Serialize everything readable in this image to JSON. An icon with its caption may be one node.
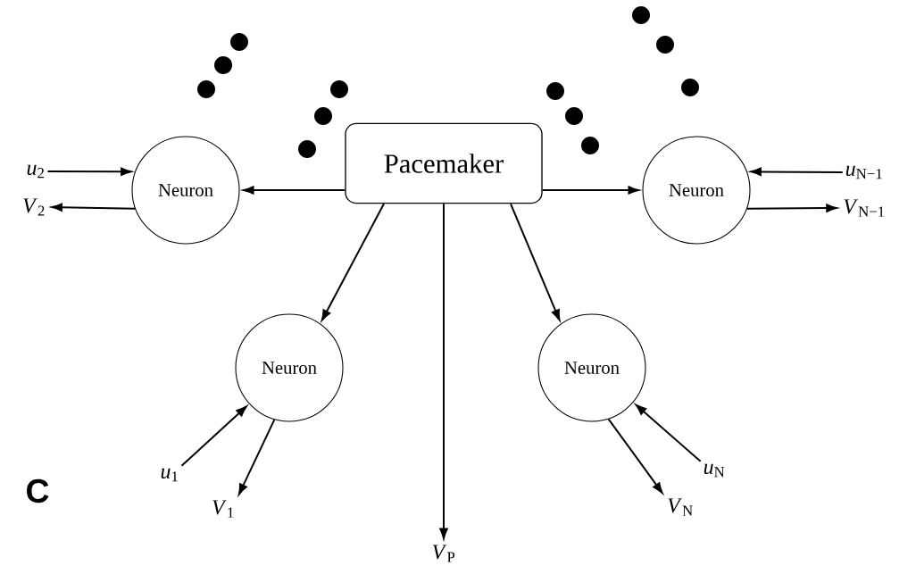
{
  "diagram": {
    "nodes": [
      {
        "text": [
          "Pacemaker"
        ]
      },
      {
        "text": [
          "Neuron"
        ]
      },
      {
        "text": [
          "Neuron"
        ]
      },
      {
        "text": [
          "Neuron"
        ]
      },
      {
        "text": [
          "Neuron"
        ]
      },
      {
        "text": [
          "*u*$_{2}$"
        ]
      },
      {
        "text": [
          "*V*$_{2}$"
        ]
      },
      {
        "text": [
          "*u*$_{N−1}$"
        ]
      },
      {
        "text": [
          "*V*$_{N−1}$"
        ]
      },
      {
        "text": [
          "*u*$_{1}$"
        ]
      },
      {
        "text": [
          "*V*$_{1}$"
        ]
      },
      {
        "text": [
          "*u*$_{N}$"
        ]
      },
      {
        "text": [
          "*V*$_{N}$"
        ]
      },
      {
        "text": [
          "*V*$_{P}$"
        ]
      }
    ],
    "edges": [
      {
        "from": 0,
        "to": 1,
        "arrow": "to"
      },
      {
        "from": 0,
        "to": 2,
        "arrow": "to"
      },
      {
        "from": 0,
        "to": 3,
        "arrow": "to"
      },
      {
        "from": 0,
        "to": 13,
        "arrow": "to"
      },
      {
        "from": 0,
        "to": 4,
        "arrow": "to"
      },
      {
        "from": 5,
        "to": 1,
        "arrow": "to"
      },
      {
        "from": 1,
        "to": 6,
        "arrow": "to"
      },
      {
        "from": 7,
        "to": 2,
        "arrow": "to"
      },
      {
        "from": 2,
        "to": 8,
        "arrow": "to"
      },
      {
        "from": 9,
        "to": 3,
        "arrow": "to"
      },
      {
        "from": 3,
        "to": 10,
        "arrow": "to"
      },
      {
        "from": 11,
        "to": 4,
        "arrow": "to"
      },
      {
        "from": 4,
        "to": 12,
        "arrow": "to"
      }
    ],
    "labels": [
      "C"
    ]
  }
}
